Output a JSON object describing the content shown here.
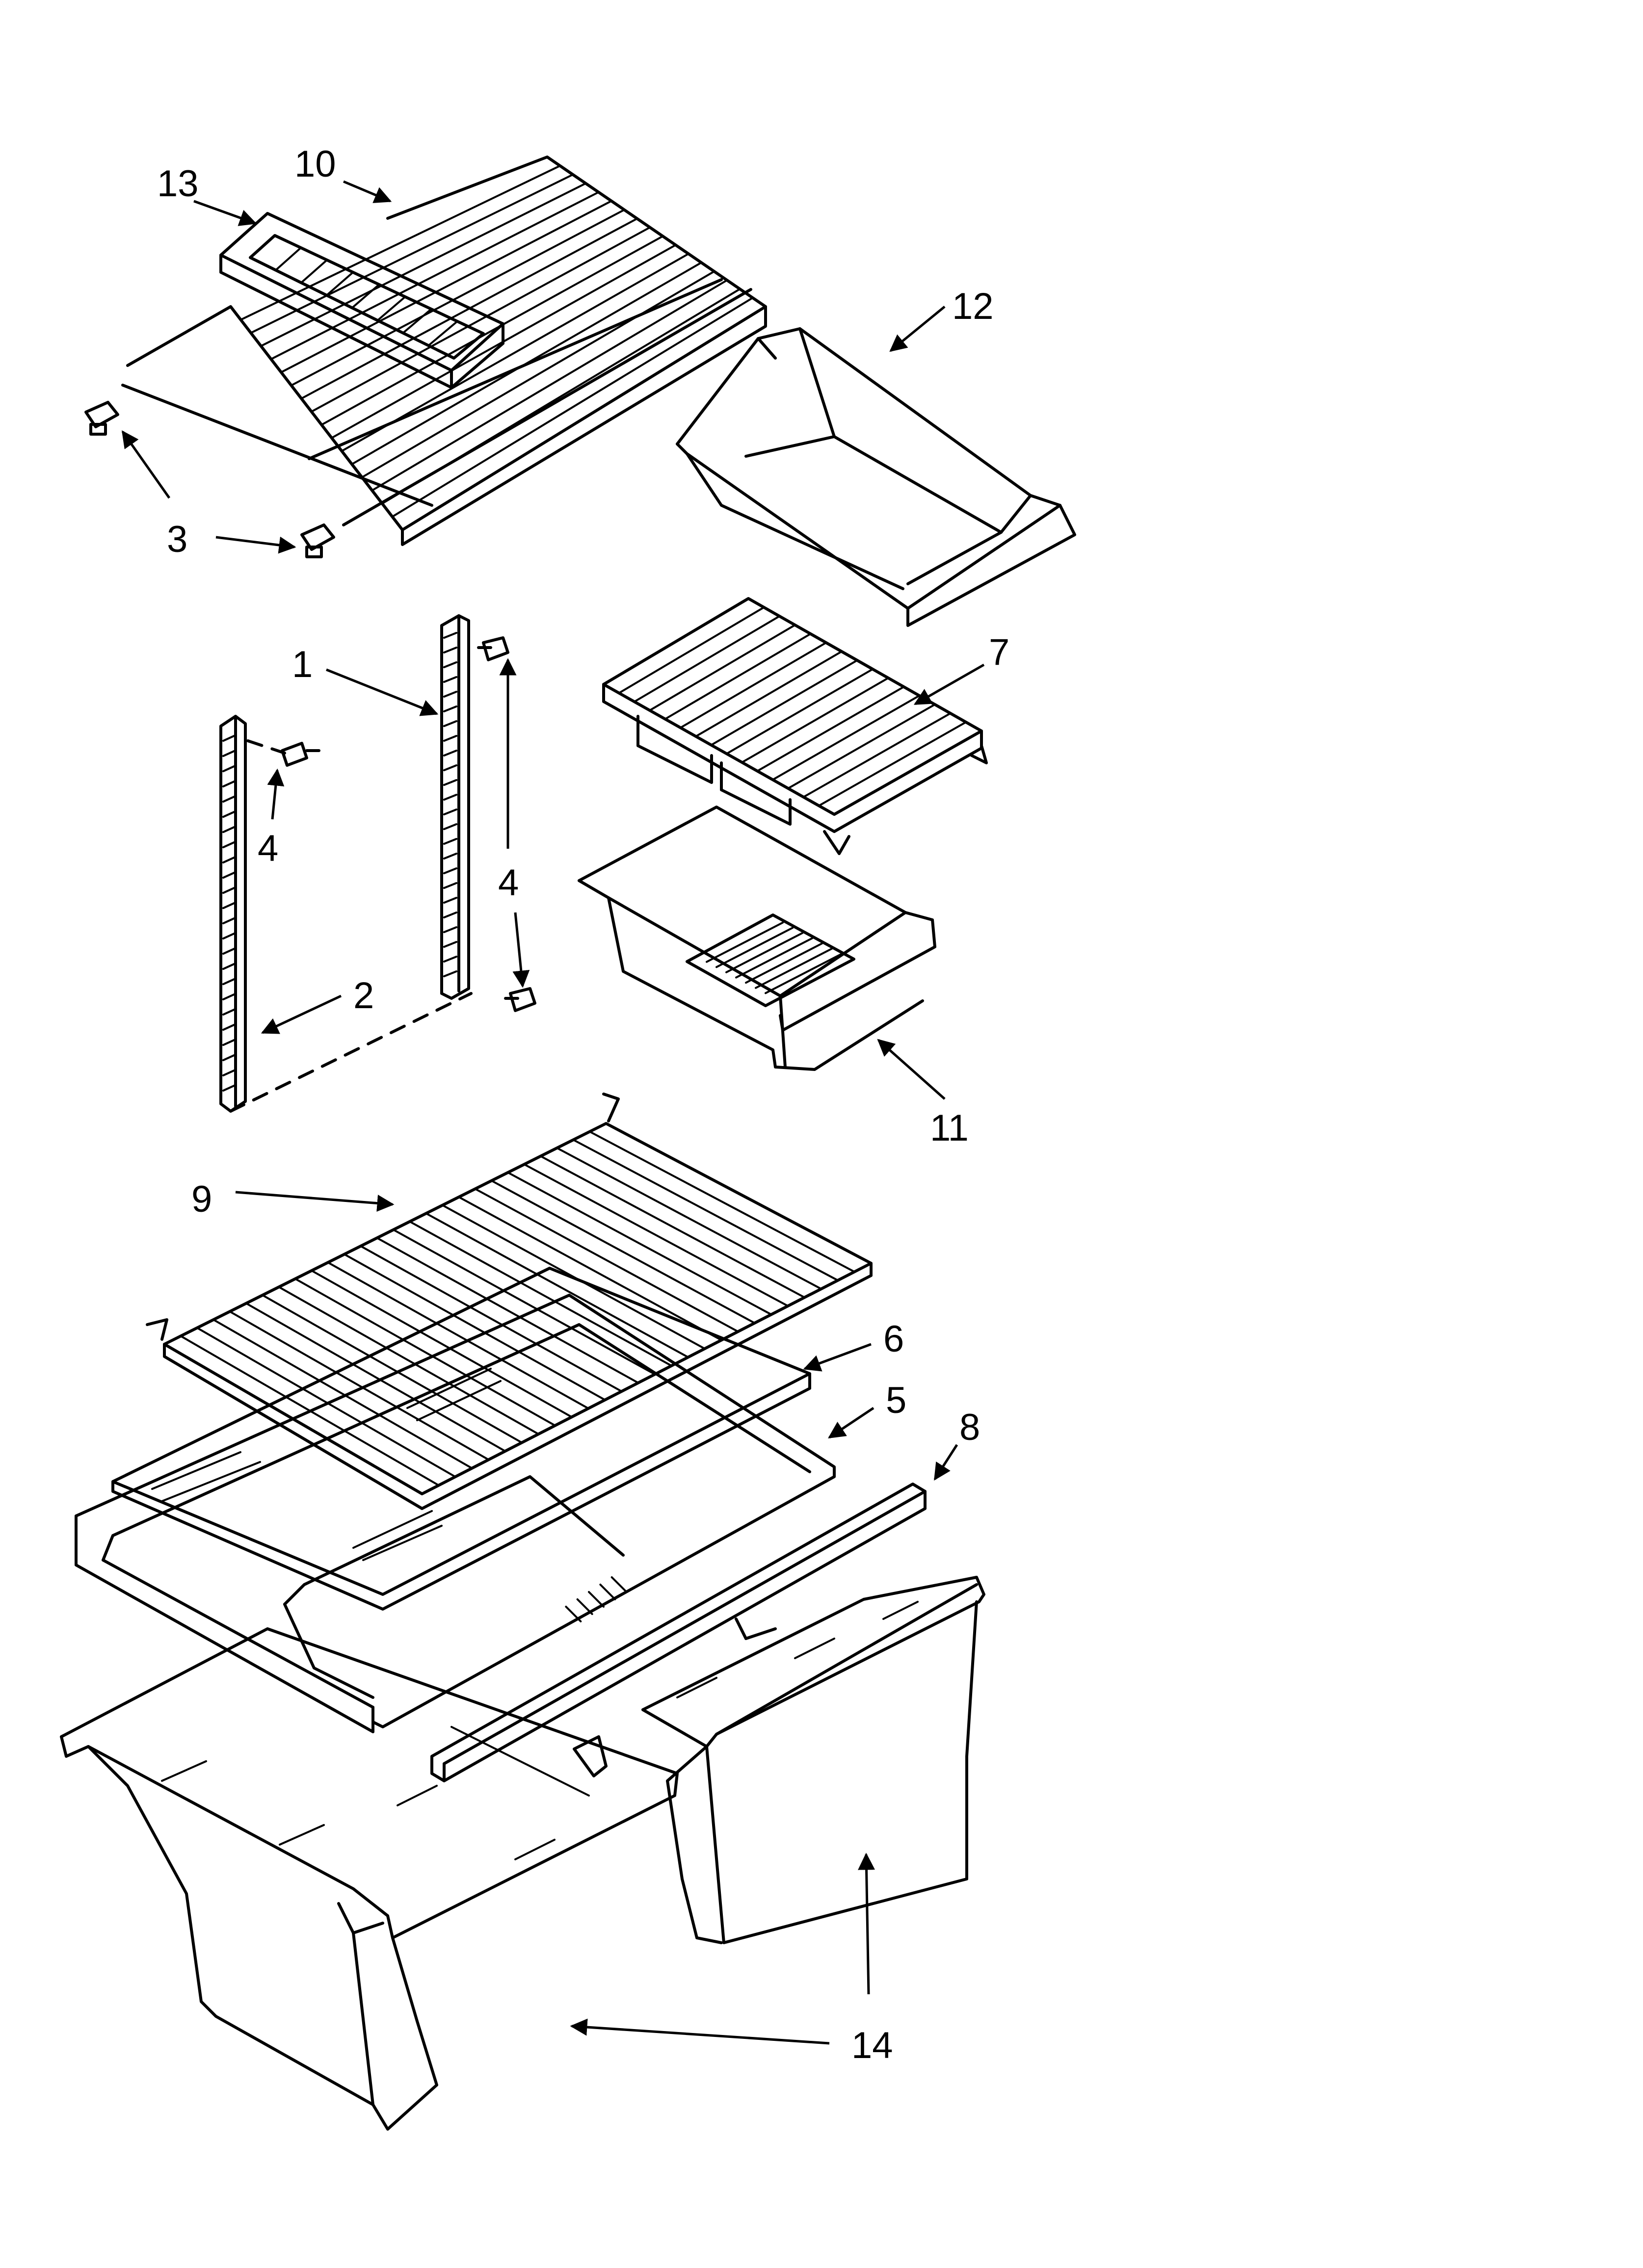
{
  "diagram": {
    "parts": [
      {
        "id": "part-1",
        "number": "1"
      },
      {
        "id": "part-2",
        "number": "2"
      },
      {
        "id": "part-3",
        "number": "3"
      },
      {
        "id": "part-4a",
        "number": "4"
      },
      {
        "id": "part-4b",
        "number": "4"
      },
      {
        "id": "part-5",
        "number": "5"
      },
      {
        "id": "part-6",
        "number": "6"
      },
      {
        "id": "part-7",
        "number": "7"
      },
      {
        "id": "part-8",
        "number": "8"
      },
      {
        "id": "part-9",
        "number": "9"
      },
      {
        "id": "part-10",
        "number": "10"
      },
      {
        "id": "part-11",
        "number": "11"
      },
      {
        "id": "part-12",
        "number": "12"
      },
      {
        "id": "part-13",
        "number": "13"
      },
      {
        "id": "part-14",
        "number": "14"
      }
    ]
  }
}
